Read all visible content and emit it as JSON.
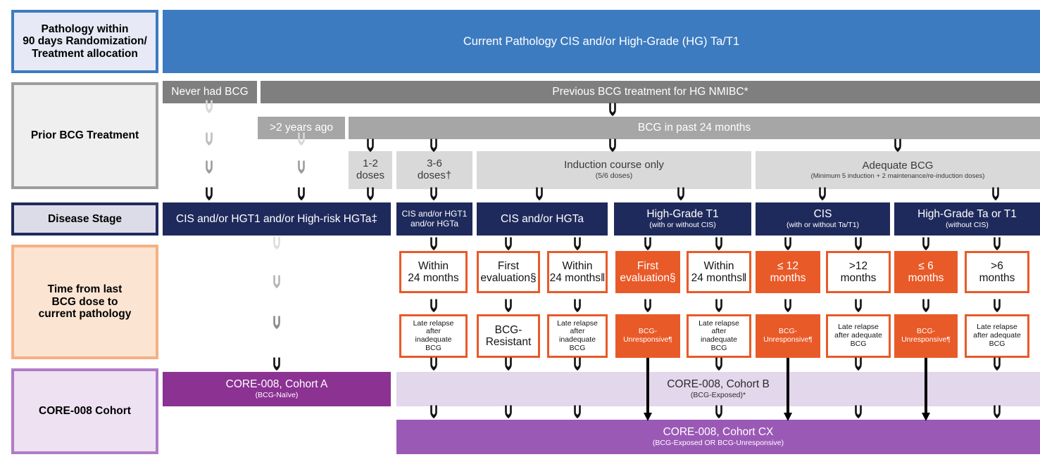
{
  "legend": {
    "row1": "Pathology within\n90 days Randomization/\nTreatment allocation",
    "row1_l1": "Pathology within",
    "row1_l2": "90 days Randomization/",
    "row1_l3": "Treatment allocation",
    "row2": "Prior BCG Treatment",
    "row3": "Disease Stage",
    "row4_l1": "Time from last",
    "row4_l2": "BCG dose to",
    "row4_l3": "current pathology",
    "row5": "CORE-008 Cohort"
  },
  "pathology_banner": "Current Pathology CIS and/or High-Grade (HG) Ta/T1",
  "prior_bcg": {
    "never": "Never had BCG",
    "previous": "Previous BCG treatment for HG NMIBC*",
    "over_two_years": ">2 years ago",
    "past_24": "BCG in past 24 months",
    "doses_1_2_l1": "1-2",
    "doses_1_2_l2": "doses",
    "doses_3_6_l1": "3-6",
    "doses_3_6_l2": "doses†",
    "induction_title": "Induction course only",
    "induction_sub": "(5/6 doses)",
    "adequate_title": "Adequate BCG",
    "adequate_sub": "(Minimum 5 induction + 2 maintenance/re-induction doses)"
  },
  "disease_stage": [
    {
      "title": "CIS and/or HGT1 and/or High-risk HGTa‡",
      "sub": ""
    },
    {
      "title": "CIS and/or HGT1\nand/or HGTa",
      "line1": "CIS and/or HGT1",
      "line2": "and/or HGTa",
      "sub": ""
    },
    {
      "title": "CIS and/or HGTa",
      "sub": ""
    },
    {
      "title": "High-Grade T1",
      "sub": "(with or without CIS)"
    },
    {
      "title": "CIS",
      "sub": "(with or without Ta/T1)"
    },
    {
      "title": "High-Grade Ta or T1",
      "sub": "(without CIS)"
    }
  ],
  "time_row": [
    {
      "line1": "Within",
      "line2": "24 months",
      "filled": false
    },
    {
      "line1": "First",
      "line2": "evaluation§",
      "filled": false
    },
    {
      "line1": "Within",
      "line2": "24 months‖",
      "filled": false
    },
    {
      "line1": "First",
      "line2": "evaluation§",
      "filled": true
    },
    {
      "line1": "Within",
      "line2": "24 months‖",
      "filled": false
    },
    {
      "line1": "≤ 12",
      "line2": "months",
      "filled": true
    },
    {
      "line1": ">12",
      "line2": "months",
      "filled": false
    },
    {
      "line1": "≤ 6",
      "line2": "months",
      "filled": true
    },
    {
      "line1": ">6",
      "line2": "months",
      "filled": false
    }
  ],
  "outcome_row": [
    {
      "lines": [
        "Late relapse",
        "after",
        "inadequate",
        "BCG"
      ],
      "filled": false,
      "big": false
    },
    {
      "lines": [
        "BCG-",
        "Resistant"
      ],
      "filled": false,
      "big": true
    },
    {
      "lines": [
        "Late relapse",
        "after",
        "inadequate",
        "BCG"
      ],
      "filled": false,
      "big": false
    },
    {
      "lines": [
        "BCG-",
        "Unresponsive¶"
      ],
      "filled": true,
      "big": false
    },
    {
      "lines": [
        "Late relapse",
        "after",
        "inadequate",
        "BCG"
      ],
      "filled": false,
      "big": false
    },
    {
      "lines": [
        "BCG-",
        "Unresponsive¶"
      ],
      "filled": true,
      "big": false
    },
    {
      "lines": [
        "Late relapse",
        "after adequate",
        "BCG"
      ],
      "filled": false,
      "big": false
    },
    {
      "lines": [
        "BCG-",
        "Unresponsive¶"
      ],
      "filled": true,
      "big": false
    },
    {
      "lines": [
        "Late relapse",
        "after adequate",
        "BCG"
      ],
      "filled": false,
      "big": false
    }
  ],
  "cohorts": {
    "a_title": "CORE-008, Cohort A",
    "a_sub": "(BCG-Naïve)",
    "b_title": "CORE-008, Cohort B",
    "b_sub": "(BCG-Exposed)*",
    "cx_title": "CORE-008, Cohort CX",
    "cx_sub": "(BCG-Exposed OR BCG-Unresponsive)"
  },
  "colors": {
    "blue": "#3C7BC0",
    "gray_dark": "#7F7F7F",
    "gray_mid": "#A6A6A6",
    "gray_light": "#D9D9D9",
    "navy": "#1F2A5C",
    "orange": "#E85A28",
    "purple_a": "#8B3293",
    "purple_b": "#E3D7EC",
    "purple_cx": "#9B59B6"
  }
}
